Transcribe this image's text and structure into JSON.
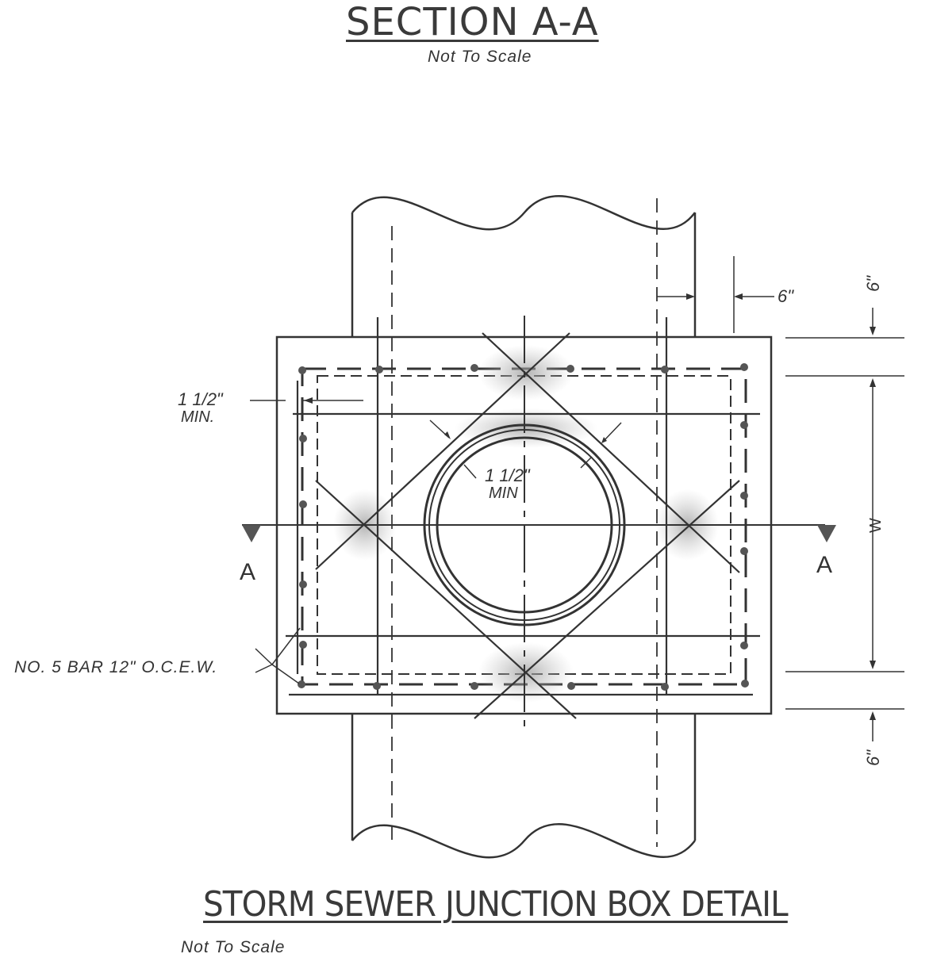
{
  "section_title": "SECTION A-A",
  "section_scale": "Not To Scale",
  "main_title": "STORM SEWER JUNCTION BOX DETAIL",
  "main_scale": "Not To Scale",
  "labels": {
    "cover_left_top": "1 1/2\"",
    "cover_left_bottom": "MIN.",
    "cover_center_top": "1 1/2\"",
    "cover_center_bottom": "MIN",
    "dim_right_6": "6\"",
    "dim_top_6": "6\"",
    "dim_bottom_6": "6\"",
    "dim_w": "W",
    "section_left": "A",
    "section_right": "A",
    "rebar": "NO. 5 BAR 12\" O.C.E.W."
  }
}
